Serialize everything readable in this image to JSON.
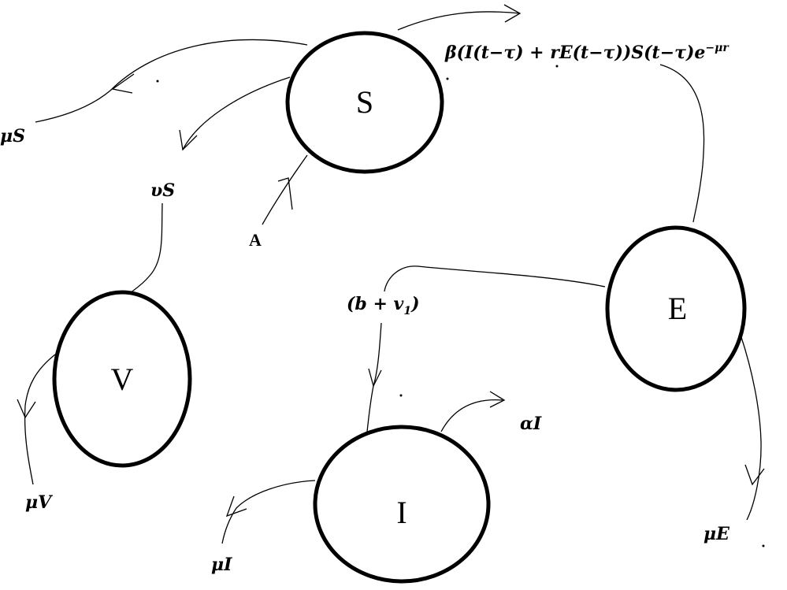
{
  "nodes": {
    "S": {
      "label": "S"
    },
    "E": {
      "label": "E"
    },
    "V": {
      "label": "V"
    },
    "I": {
      "label": "I"
    }
  },
  "edge_labels": {
    "infection": "β(I(t−τ) + rE(t−τ))S(t−τ)e",
    "infection_exponent": "−μr",
    "mu_s": "μS",
    "v_s": "υS",
    "recruitment": "A",
    "b_v1": "(b + v",
    "b_v1_subscript": "1",
    "b_v1_close": ")",
    "alpha_i": "αI",
    "mu_v": "μV",
    "mu_i": "μI",
    "mu_e": "μE"
  }
}
